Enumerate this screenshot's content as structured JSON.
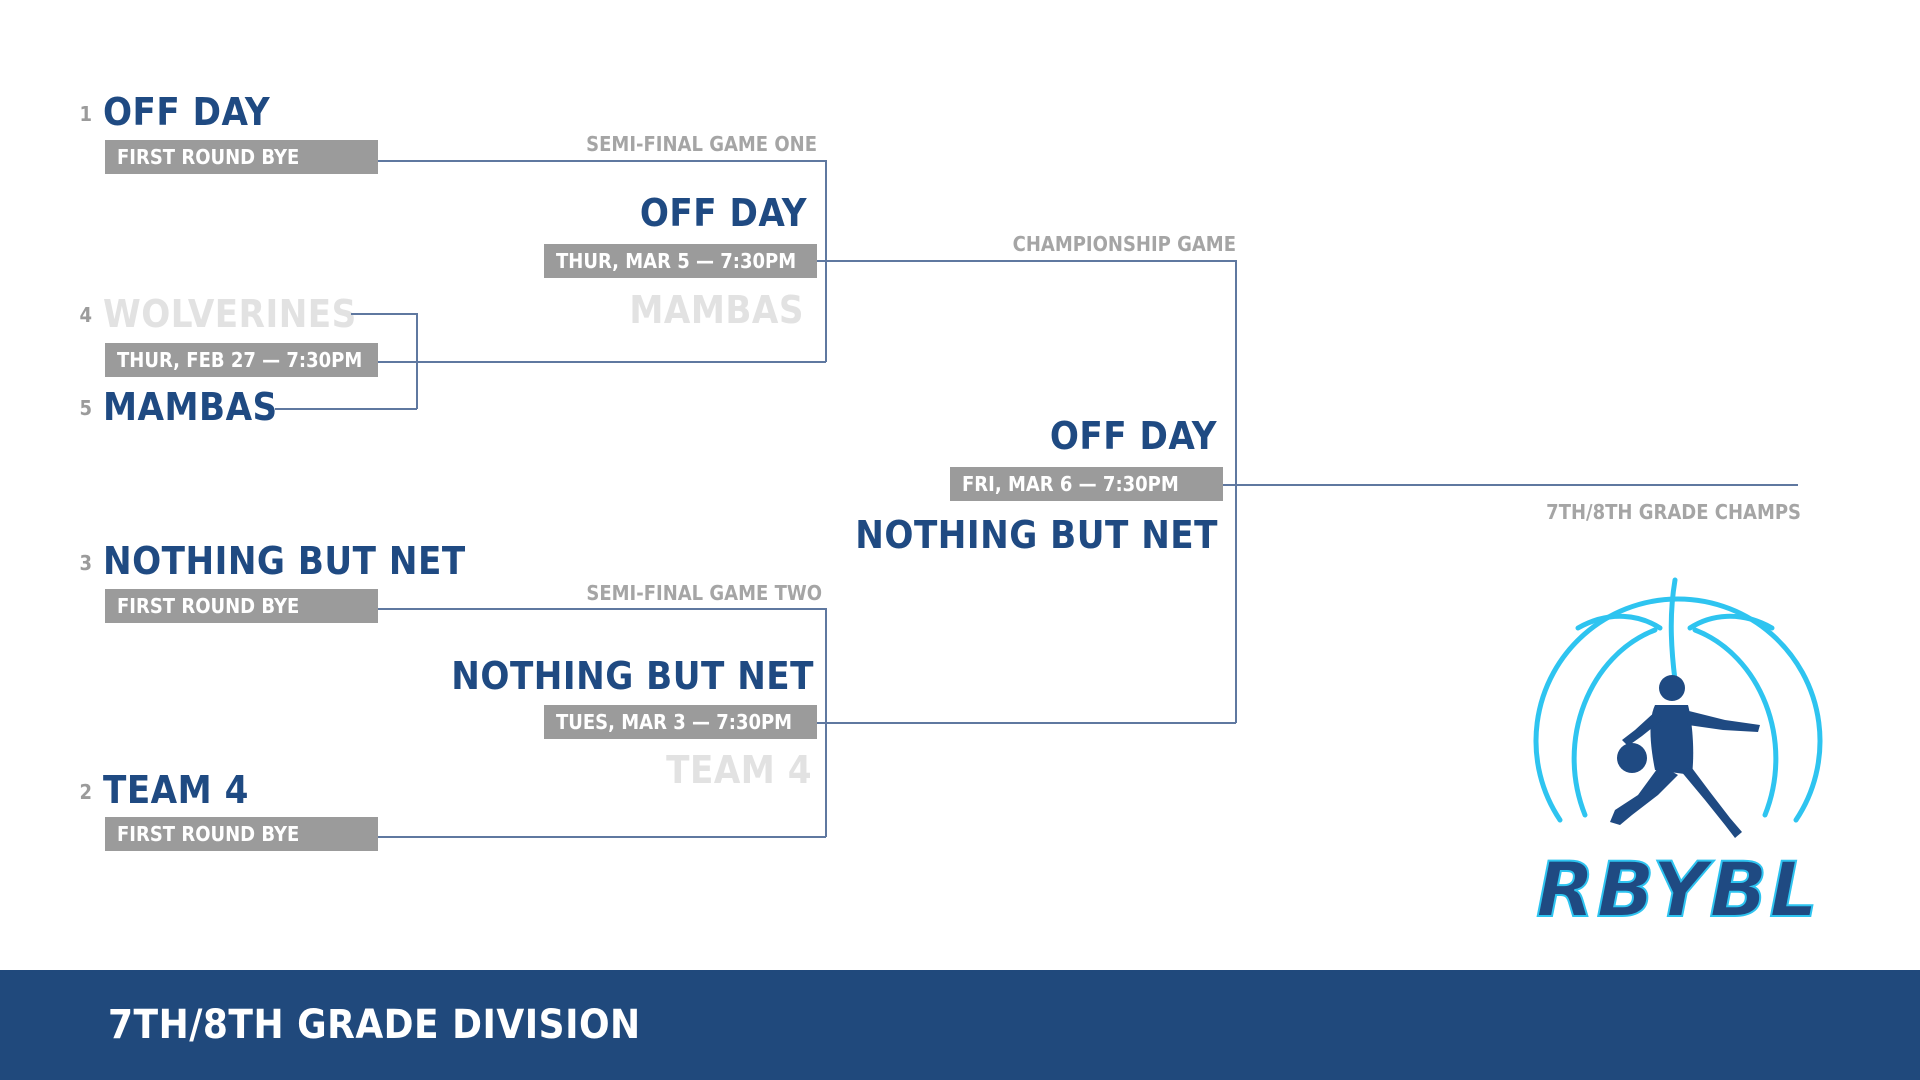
{
  "first_round": {
    "seed1": {
      "seed": "1",
      "team": "OFF DAY",
      "note": "FIRST ROUND BYE"
    },
    "game45": {
      "seed_top": "4",
      "team_top": "WOLVERINES",
      "date": "THUR, FEB 27 — 7:30PM",
      "seed_bottom": "5",
      "team_bottom": "MAMBAS"
    },
    "seed3": {
      "seed": "3",
      "team": "NOTHING BUT NET",
      "note": "FIRST ROUND BYE"
    },
    "seed2": {
      "seed": "2",
      "team": "TEAM 4",
      "note": "FIRST ROUND BYE"
    }
  },
  "semi_one": {
    "label": "SEMI-FINAL GAME ONE",
    "winner": "OFF DAY",
    "date": "THUR, MAR 5 — 7:30PM",
    "loser": "MAMBAS"
  },
  "semi_two": {
    "label": "SEMI-FINAL GAME TWO",
    "winner": "NOTHING BUT NET",
    "date": "TUES, MAR 3 — 7:30PM",
    "loser": "TEAM 4"
  },
  "championship": {
    "label": "CHAMPIONSHIP GAME",
    "team_top": "OFF DAY",
    "date": "FRI, MAR 6 — 7:30PM",
    "team_bottom": "NOTHING BUT NET"
  },
  "champs_label": "7TH/8TH GRADE CHAMPS",
  "logo": {
    "text": "RBYBL",
    "icon": "basketball-player-icon"
  },
  "footer": {
    "title": "7TH/8TH GRADE DIVISION"
  },
  "colors": {
    "navy": "#1f4a82",
    "gray_pill": "#9b9b9b",
    "loser": "#e2e2e2",
    "line": "#5f78a0",
    "footer": "#20497c",
    "logo_cyan": "#2ec4f0"
  }
}
